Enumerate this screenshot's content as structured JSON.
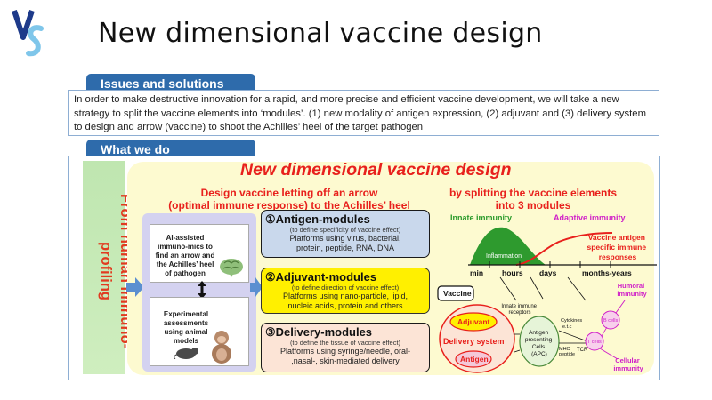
{
  "title": "New dimensional vaccine design",
  "issues": {
    "tab_label": "Issues and solutions",
    "text": "In order to make destructive innovation  for a rapid, and more precise and efficient vaccine development, we will take a new strategy to split the vaccine elements into ‘modules’. (1) new modality of antigen expression, (2) adjuvant and (3) delivery system to design and arrow (vaccine) to shoot the Achilles’ heel of the target pathogen"
  },
  "whatwedo": {
    "tab_label": "What we do",
    "side_label": "From human immuno-profiling",
    "main_title": "New dimensional vaccine design",
    "left_heading": "Design vaccine letting off an arrow\n(optimal immune response) to the Achilles’ heel",
    "right_heading": "by splitting the vaccine elements\ninto 3 modules",
    "ai_card": "AI-assisted immuno-mics  to find an arrow and the Achilles’  heel of pathogen",
    "exp_card": "Experimental assessments   using animal models",
    "modules": [
      {
        "title": "①Antigen-modules",
        "sub": "(to define specificity of vaccine effect)",
        "desc": "Platforms using virus, bacterial,\nprotein, peptide, RNA, DNA"
      },
      {
        "title": "②Adjuvant-modules",
        "sub": "(to define direction of vaccine effect)",
        "desc": "Platforms using nano-particle, lipid,\nnucleic acids, protein and others"
      },
      {
        "title": "③Delivery-modules",
        "sub": "(to define the tissue of vaccine effect)",
        "desc": "Platforms using syringe/needle, oral-\n,nasal-, skin-mediated delivery"
      }
    ],
    "immunity": {
      "innate": "Innate immunity",
      "adaptive": "Adaptive immunity",
      "inflammation": "Inflammation",
      "response": "Vaccine antigen\nspecific immune\nresponses",
      "timeline": [
        "min",
        "hours",
        "days",
        "months-years"
      ]
    },
    "vaccine_diagram": {
      "vaccine": "Vaccine",
      "adjuvant": "Adjuvant",
      "delivery": "Delivery system",
      "antigen": "Antigen",
      "innate_receptors": "Innate immune\nreceptors",
      "apc": "Antigen\npresenting\nCells\n(APC)",
      "cytokines": "Cytokines\ne.t.c",
      "mhc": "MHC\npeptide",
      "tcr": "TCR",
      "b_cells": "B cells",
      "t_cells": "T cells",
      "humoral": "Humoral\nimmunity",
      "cellular": "Cellular\nimmunity"
    },
    "colors": {
      "red": "#e8201c",
      "green": "#2a9a2a",
      "magenta": "#d020c8",
      "blue_tab": "#2e6bab"
    }
  }
}
